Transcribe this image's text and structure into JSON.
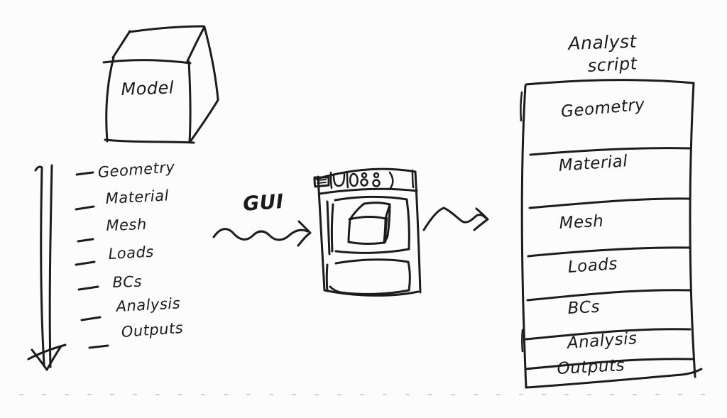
{
  "palette": {
    "ink": "#1c1c1c",
    "background": "#fcfcfc",
    "faint_line": "#cfcfcf"
  },
  "model": {
    "label": "Model",
    "items": [
      "Geometry",
      "Material",
      "Mesh",
      "Loads",
      "BCs",
      "Analysis",
      "Outputs"
    ]
  },
  "transition": {
    "label": "GUI"
  },
  "analyst_script": {
    "title_line1": "Analyst",
    "title_line2": "script",
    "rows": [
      "Geometry",
      "Material",
      "Mesh",
      "Loads",
      "BCs",
      "Analysis",
      "Outputs"
    ]
  }
}
